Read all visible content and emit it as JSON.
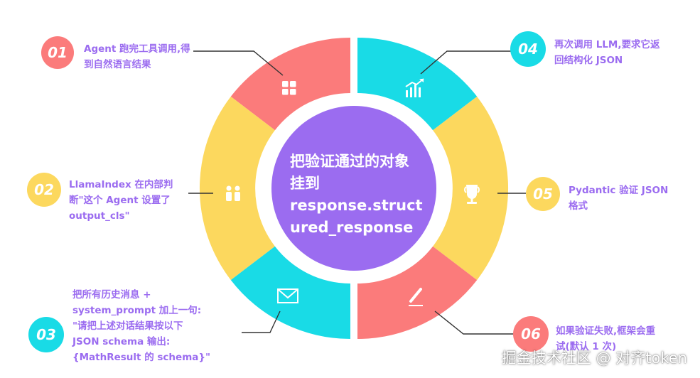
{
  "center": {
    "title": "把验证通过的对象\n挂到\nresponse.struct\nured_response"
  },
  "steps": [
    {
      "number": "01",
      "text": "Agent 跑完工具调用,得\n到自然语言结果",
      "icon": "grid-icon",
      "color": "#fb7b7b"
    },
    {
      "number": "02",
      "text": "LlamaIndex 在内部判\n断\"这个 Agent 设置了\noutput_cls\"",
      "icon": "people-icon",
      "color": "#fcd85e"
    },
    {
      "number": "03",
      "text": "把所有历史消息 +\nsystem_prompt 加上一句:\n\"请把上述对话结果按以下\nJSON schema 输出:\n{MathResult 的 schema}\"",
      "icon": "envelope-icon",
      "color": "#19dbe6"
    },
    {
      "number": "04",
      "text": "再次调用 LLM,要求它返\n回结构化 JSON",
      "icon": "bar-chart-icon",
      "color": "#19dbe6"
    },
    {
      "number": "05",
      "text": "Pydantic 验证 JSON\n格式",
      "icon": "trophy-icon",
      "color": "#fcd85e"
    },
    {
      "number": "06",
      "text": "如果验证失败,框架会重\n试(默认 1 次)",
      "icon": "pencil-icon",
      "color": "#fb7b7b"
    }
  ],
  "colors": {
    "center": "#9b6cf0",
    "label_text": "#9b6cf0"
  },
  "watermark": "掘金技术社区 @ 对齐token"
}
